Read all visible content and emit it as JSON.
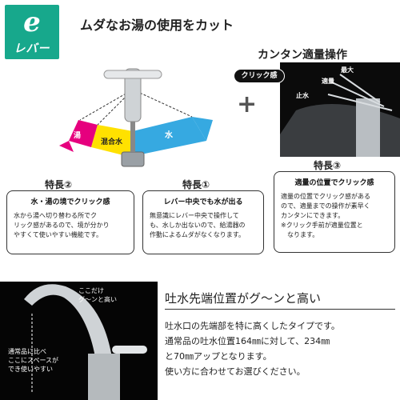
{
  "logo": {
    "mark": "e",
    "sub": "レバー"
  },
  "headline": "ムダなお湯の使用をカット",
  "arc": {
    "hot": "湯",
    "mixed": "混合水",
    "water": "水"
  },
  "easy": {
    "title": "カンタン適量操作",
    "click": "クリック感",
    "max": "最大",
    "proper": "適量",
    "stop": "止水"
  },
  "plus": "+",
  "feature2": {
    "heading": "特長②",
    "box_title": "水・湯の境でクリック感",
    "lines": [
      "水から湯へ切り替わる所でク",
      "リック感があるので、境が分かり",
      "やすくて使いやすい機能です。"
    ]
  },
  "feature1": {
    "heading": "特長①",
    "box_title": "レバー中央でも水が出る",
    "lines": [
      "無意識にレバー中央で操作して",
      "も、水しか出ないので、給湯器の",
      "作動によるムダがなくなります。"
    ]
  },
  "feature3": {
    "heading": "特長③",
    "box_title": "適量の位置でクリック感",
    "lines": [
      "適量の位置でクリック感がある",
      "ので、適量までの操作が素早く",
      "カンタンにできます。",
      "※クリック手前が適量位置と",
      "　なります。"
    ]
  },
  "bottom": {
    "title": "吐水先端位置がグ～ンと高い",
    "photo_note_top": [
      "ここだけ",
      "グ～ンと高い"
    ],
    "photo_note_bottom": [
      "通常品に比べ",
      "ここにスペースが",
      "でき使いやすい"
    ],
    "lines": [
      "吐水口の先端部を特に高くしたタイプです。",
      "通常品の吐水位置164㎜に対して、234㎜",
      "と70㎜アップとなります。",
      "使い方に合わせてお選びください。"
    ]
  },
  "colors": {
    "brand_green": "#17a88c",
    "hot_pink": "#e6007e",
    "mixed_yellow": "#ffe100",
    "water_blue": "#36a9e1",
    "box_border": "#333333"
  },
  "icons": [
    "faucet-illustration",
    "lever-arc-diagram",
    "plus-icon",
    "faucet-photo"
  ]
}
